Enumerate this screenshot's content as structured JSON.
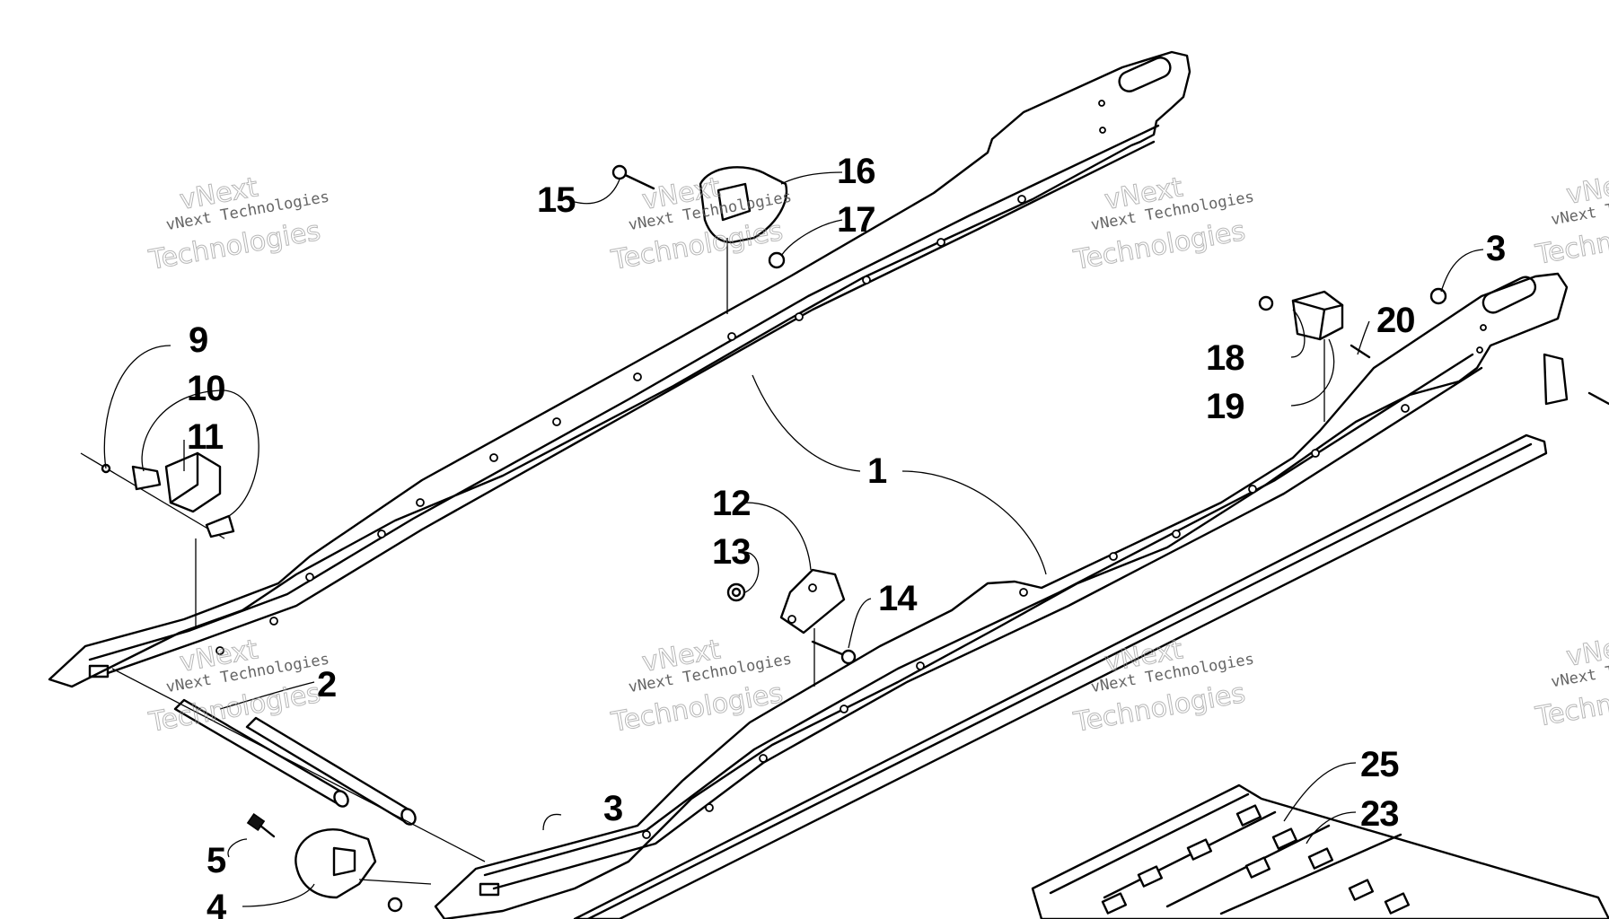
{
  "callouts": {
    "c1": "1",
    "c2": "2",
    "c3a": "3",
    "c3b": "3",
    "c4": "4",
    "c5": "5",
    "c9": "9",
    "c10": "10",
    "c11": "11",
    "c12": "12",
    "c13": "13",
    "c14": "14",
    "c15": "15",
    "c16": "16",
    "c17": "17",
    "c18": "18",
    "c19": "19",
    "c20": "20",
    "c23": "23",
    "c25": "25"
  },
  "watermark": {
    "line1": "vNext Technologies",
    "line2": "Technologies",
    "line3": "vNext"
  }
}
